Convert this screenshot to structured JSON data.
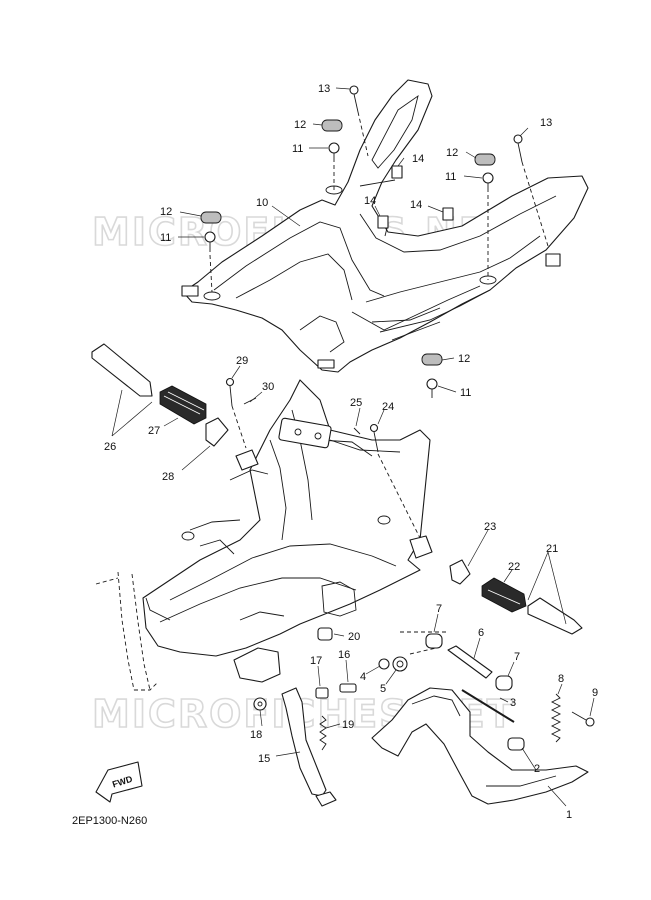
{
  "watermark": "MICROFICHES.NET",
  "diagram_code": "2EP1300-N260",
  "forward_label": "FWD",
  "callouts": [
    {
      "id": "c13a",
      "text": "13"
    },
    {
      "id": "c12a",
      "text": "12"
    },
    {
      "id": "c11a",
      "text": "11"
    },
    {
      "id": "c13b",
      "text": "13"
    },
    {
      "id": "c12b",
      "text": "12"
    },
    {
      "id": "c11b",
      "text": "11"
    },
    {
      "id": "c14a",
      "text": "14"
    },
    {
      "id": "c14b",
      "text": "14"
    },
    {
      "id": "c14c",
      "text": "14"
    },
    {
      "id": "c12c",
      "text": "12"
    },
    {
      "id": "c10",
      "text": "10"
    },
    {
      "id": "c11c",
      "text": "11"
    },
    {
      "id": "c12d",
      "text": "12"
    },
    {
      "id": "c11d",
      "text": "11"
    },
    {
      "id": "c29",
      "text": "29"
    },
    {
      "id": "c30",
      "text": "30"
    },
    {
      "id": "c27",
      "text": "27"
    },
    {
      "id": "c26",
      "text": "26"
    },
    {
      "id": "c28",
      "text": "28"
    },
    {
      "id": "c25",
      "text": "25"
    },
    {
      "id": "c24",
      "text": "24"
    },
    {
      "id": "c23",
      "text": "23"
    },
    {
      "id": "c21",
      "text": "21"
    },
    {
      "id": "c22",
      "text": "22"
    },
    {
      "id": "c7a",
      "text": "7"
    },
    {
      "id": "c6",
      "text": "6"
    },
    {
      "id": "c20",
      "text": "20"
    },
    {
      "id": "c3",
      "text": "3"
    },
    {
      "id": "c7b",
      "text": "7"
    },
    {
      "id": "c17",
      "text": "17"
    },
    {
      "id": "c16",
      "text": "16"
    },
    {
      "id": "c4",
      "text": "4"
    },
    {
      "id": "c5",
      "text": "5"
    },
    {
      "id": "c8",
      "text": "8"
    },
    {
      "id": "c9",
      "text": "9"
    },
    {
      "id": "c18",
      "text": "18"
    },
    {
      "id": "c19",
      "text": "19"
    },
    {
      "id": "c15",
      "text": "15"
    },
    {
      "id": "c2",
      "text": "2"
    },
    {
      "id": "c1",
      "text": "1"
    }
  ]
}
